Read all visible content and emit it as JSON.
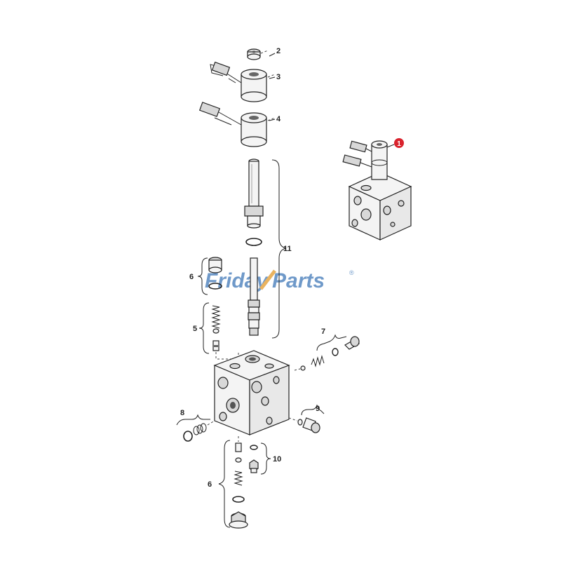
{
  "callouts": {
    "c1": "1",
    "c2": "2",
    "c3": "3",
    "c4": "4",
    "c5": "5",
    "c6a": "6",
    "c6b": "6",
    "c7": "7",
    "c8": "8",
    "c9": "9",
    "c10": "10",
    "c11": "11"
  },
  "watermark": {
    "text_a": "Friday",
    "text_b": "Parts",
    "registered": "®"
  },
  "colors": {
    "highlight_callout": "#d9232d",
    "watermark_blue": "#3f78b8",
    "watermark_orange": "#e39a2a"
  }
}
